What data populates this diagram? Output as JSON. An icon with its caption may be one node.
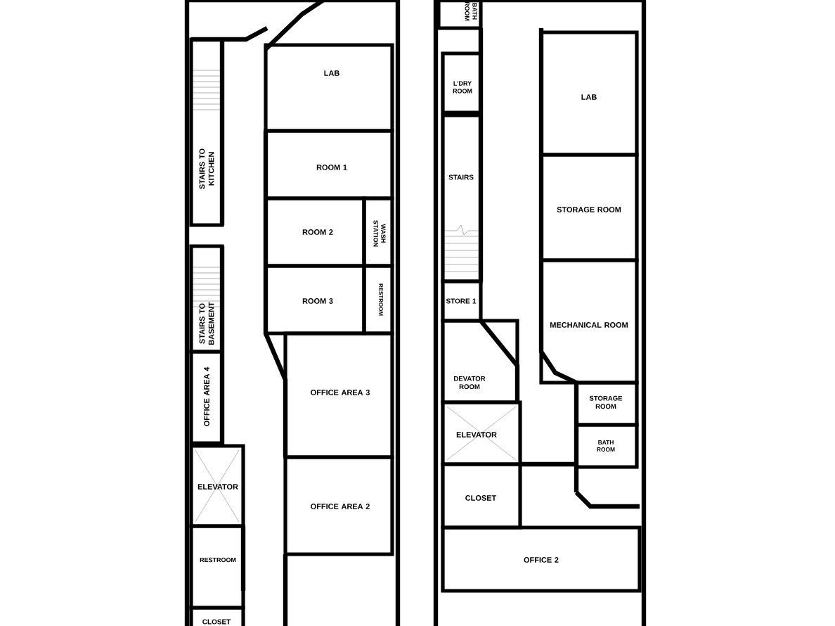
{
  "diagram": {
    "nodes": [
      {
        "text": [
          "STAIRS TO KITCHEN"
        ]
      },
      {
        "text": [
          "LAB"
        ]
      },
      {
        "text": [
          "ROOM 1"
        ]
      },
      {
        "text": [
          "ROOM 2"
        ]
      },
      {
        "text": [
          "WASH STATION"
        ]
      },
      {
        "text": [
          "ROOM 3"
        ]
      },
      {
        "text": [
          "RESTROOM"
        ]
      },
      {
        "text": [
          "STAIRS TO BASEMENT"
        ]
      },
      {
        "text": [
          "OFFICE AREA 4"
        ]
      },
      {
        "text": [
          "OFFICE AREA 3"
        ]
      },
      {
        "text": [
          "ELEVATOR"
        ]
      },
      {
        "text": [
          "OFFICE AREA 2"
        ]
      },
      {
        "text": [
          "RESTROOM"
        ]
      },
      {
        "text": [
          "CLOSET"
        ]
      },
      {
        "text": [
          "BATH ROOM"
        ]
      },
      {
        "text": [
          "L'DRY ROOM"
        ]
      },
      {
        "text": [
          "LAB"
        ]
      },
      {
        "text": [
          "STAIRS"
        ]
      },
      {
        "text": [
          "STORAGE ROOM"
        ]
      },
      {
        "text": [
          "STORE 1"
        ]
      },
      {
        "text": [
          "MECHANICAL ROOM"
        ]
      },
      {
        "text": [
          "DEVATOR ROOM"
        ]
      },
      {
        "text": [
          "STORAGE ROOM"
        ]
      },
      {
        "text": [
          "ELEVATOR"
        ]
      },
      {
        "text": [
          "BATH ROOM"
        ]
      },
      {
        "text": [
          "CLOSET"
        ]
      },
      {
        "text": [
          "OFFICE 2"
        ]
      }
    ]
  }
}
